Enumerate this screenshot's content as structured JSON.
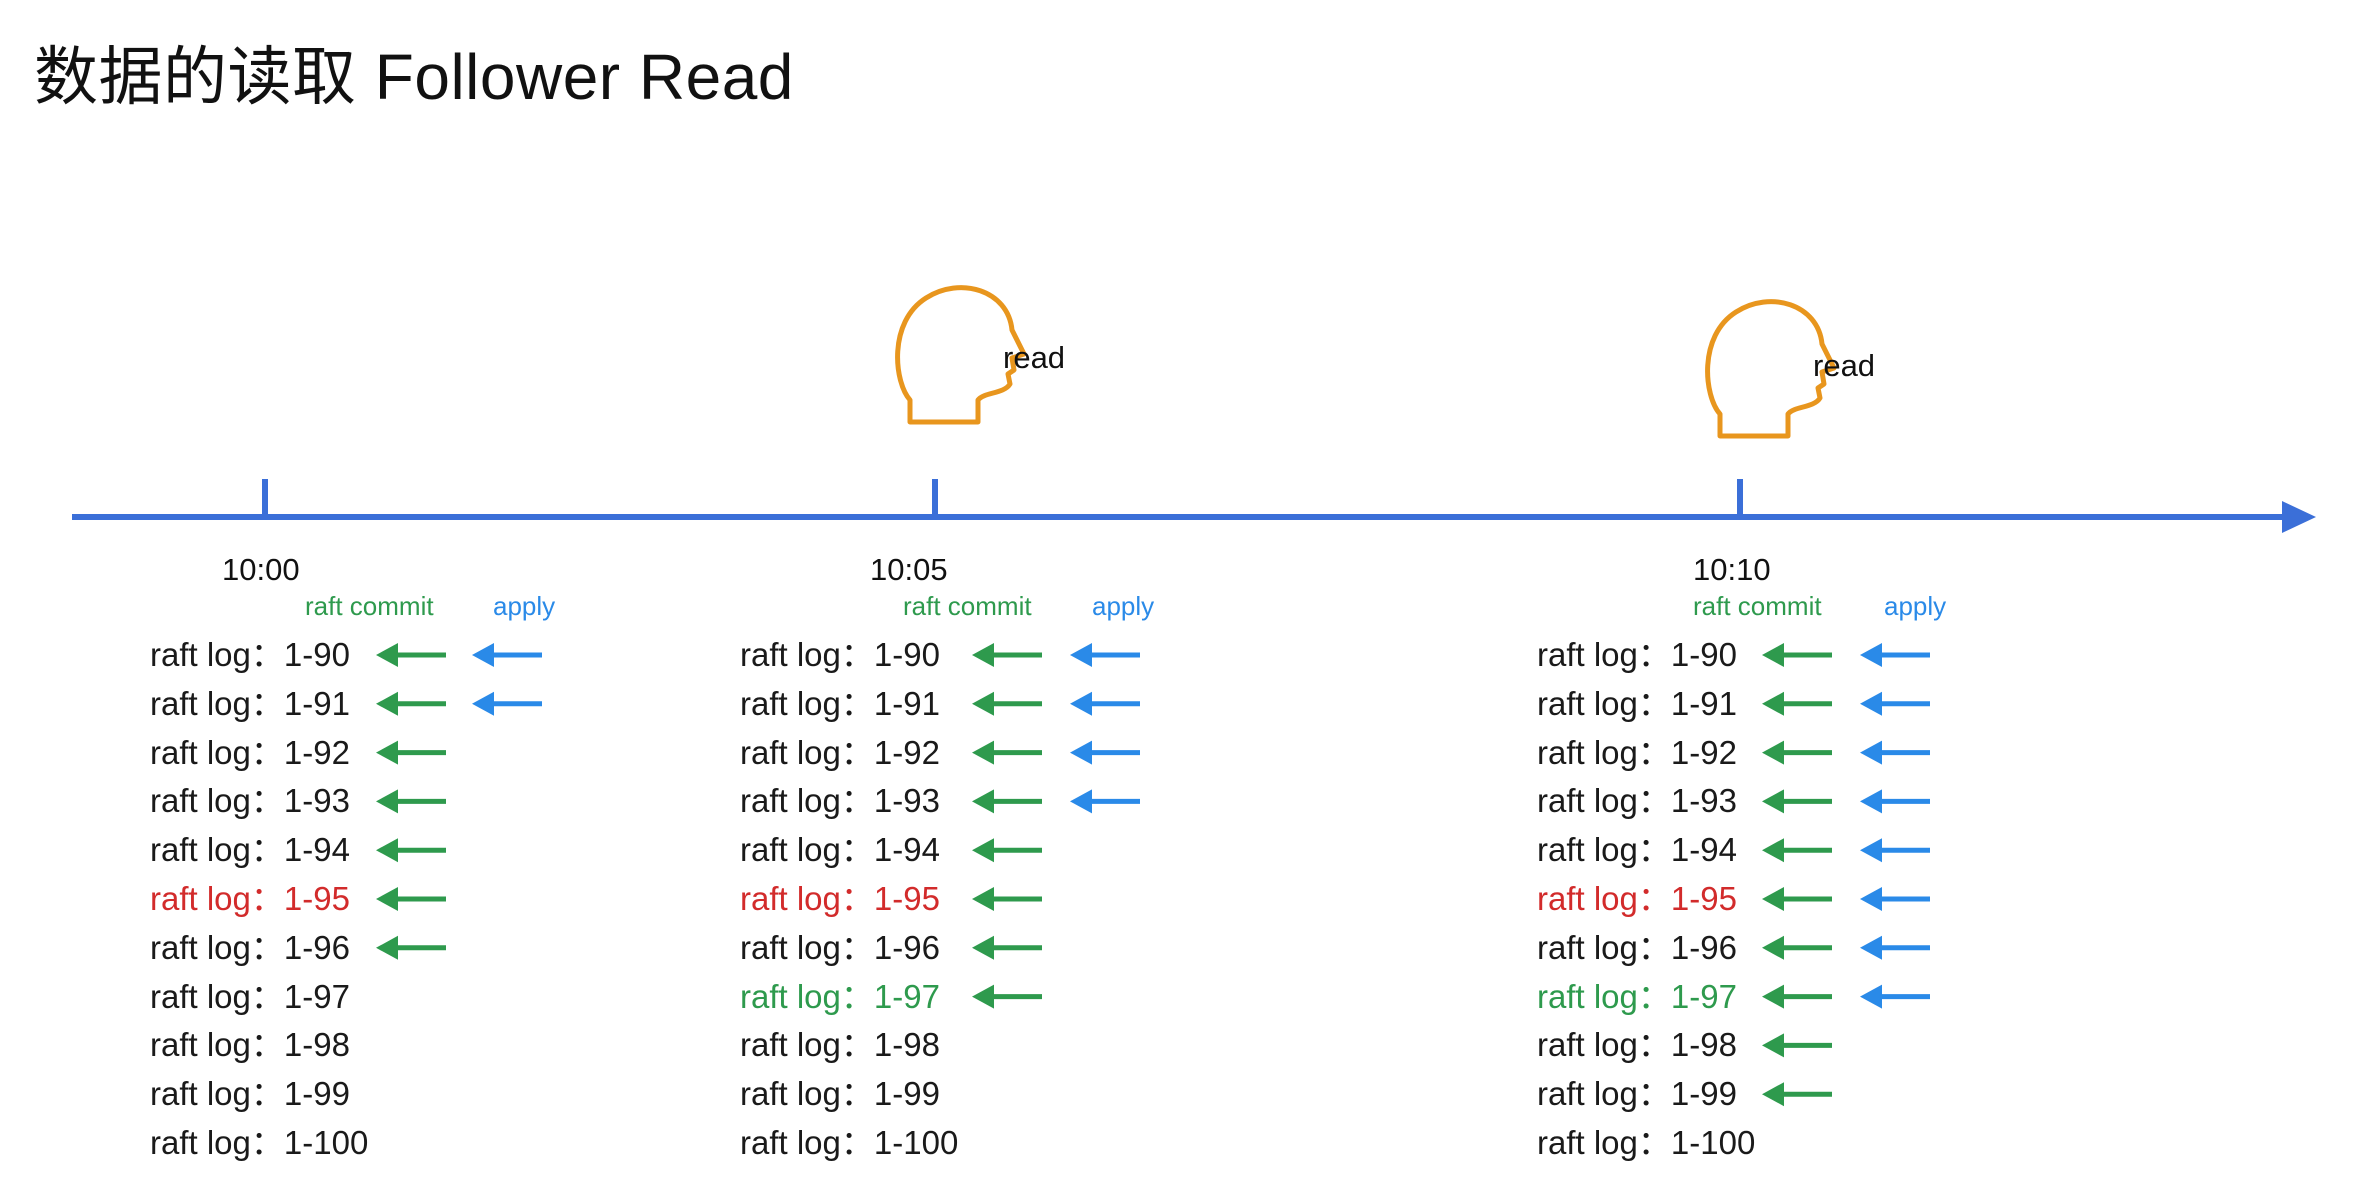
{
  "title": "数据的读取 Follower Read",
  "colors": {
    "timeline": "#3b6fd8",
    "commit_arrow": "#2e9a4d",
    "apply_arrow": "#2a8ae8",
    "head": "#e8961e",
    "highlight_red": "#d22b2b",
    "highlight_green": "#2e9a4d"
  },
  "icons": {
    "reader": "head-outline-icon"
  },
  "columns": [
    {
      "time": "10:00",
      "commit_label": "raft commit",
      "apply_label": "apply",
      "reader": null,
      "entries": [
        {
          "label": "raft log：",
          "index": "1-90",
          "committed": true,
          "applied": true,
          "highlight": null
        },
        {
          "label": "raft log：",
          "index": "1-91",
          "committed": true,
          "applied": true,
          "highlight": null
        },
        {
          "label": "raft log：",
          "index": "1-92",
          "committed": true,
          "applied": false,
          "highlight": null
        },
        {
          "label": "raft log：",
          "index": "1-93",
          "committed": true,
          "applied": false,
          "highlight": null
        },
        {
          "label": "raft log：",
          "index": "1-94",
          "committed": true,
          "applied": false,
          "highlight": null
        },
        {
          "label": "raft log：",
          "index": "1-95",
          "committed": true,
          "applied": false,
          "highlight": "red"
        },
        {
          "label": "raft log：",
          "index": "1-96",
          "committed": true,
          "applied": false,
          "highlight": null
        },
        {
          "label": "raft log：",
          "index": "1-97",
          "committed": false,
          "applied": false,
          "highlight": null
        },
        {
          "label": "raft log：",
          "index": "1-98",
          "committed": false,
          "applied": false,
          "highlight": null
        },
        {
          "label": "raft log：",
          "index": "1-99",
          "committed": false,
          "applied": false,
          "highlight": null
        },
        {
          "label": "raft log：",
          "index": "1-100",
          "committed": false,
          "applied": false,
          "highlight": null
        }
      ]
    },
    {
      "time": "10:05",
      "commit_label": "raft commit",
      "apply_label": "apply",
      "reader": "read",
      "entries": [
        {
          "label": "raft log：",
          "index": "1-90",
          "committed": true,
          "applied": true,
          "highlight": null
        },
        {
          "label": "raft log：",
          "index": "1-91",
          "committed": true,
          "applied": true,
          "highlight": null
        },
        {
          "label": "raft log：",
          "index": "1-92",
          "committed": true,
          "applied": true,
          "highlight": null
        },
        {
          "label": "raft log：",
          "index": "1-93",
          "committed": true,
          "applied": true,
          "highlight": null
        },
        {
          "label": "raft log：",
          "index": "1-94",
          "committed": true,
          "applied": false,
          "highlight": null
        },
        {
          "label": "raft log：",
          "index": "1-95",
          "committed": true,
          "applied": false,
          "highlight": "red"
        },
        {
          "label": "raft log：",
          "index": "1-96",
          "committed": true,
          "applied": false,
          "highlight": null
        },
        {
          "label": "raft log：",
          "index": "1-97",
          "committed": true,
          "applied": false,
          "highlight": "green"
        },
        {
          "label": "raft log：",
          "index": "1-98",
          "committed": false,
          "applied": false,
          "highlight": null
        },
        {
          "label": "raft log：",
          "index": "1-99",
          "committed": false,
          "applied": false,
          "highlight": null
        },
        {
          "label": "raft log：",
          "index": "1-100",
          "committed": false,
          "applied": false,
          "highlight": null
        }
      ]
    },
    {
      "time": "10:10",
      "commit_label": "raft commit",
      "apply_label": "apply",
      "reader": "read",
      "entries": [
        {
          "label": "raft log：",
          "index": "1-90",
          "committed": true,
          "applied": true,
          "highlight": null
        },
        {
          "label": "raft log：",
          "index": "1-91",
          "committed": true,
          "applied": true,
          "highlight": null
        },
        {
          "label": "raft log：",
          "index": "1-92",
          "committed": true,
          "applied": true,
          "highlight": null
        },
        {
          "label": "raft log：",
          "index": "1-93",
          "committed": true,
          "applied": true,
          "highlight": null
        },
        {
          "label": "raft log：",
          "index": "1-94",
          "committed": true,
          "applied": true,
          "highlight": null
        },
        {
          "label": "raft log：",
          "index": "1-95",
          "committed": true,
          "applied": true,
          "highlight": "red"
        },
        {
          "label": "raft log：",
          "index": "1-96",
          "committed": true,
          "applied": true,
          "highlight": null
        },
        {
          "label": "raft log：",
          "index": "1-97",
          "committed": true,
          "applied": true,
          "highlight": "green"
        },
        {
          "label": "raft log：",
          "index": "1-98",
          "committed": true,
          "applied": false,
          "highlight": null
        },
        {
          "label": "raft log：",
          "index": "1-99",
          "committed": true,
          "applied": false,
          "highlight": null
        },
        {
          "label": "raft log：",
          "index": "1-100",
          "committed": false,
          "applied": false,
          "highlight": null
        }
      ]
    }
  ]
}
